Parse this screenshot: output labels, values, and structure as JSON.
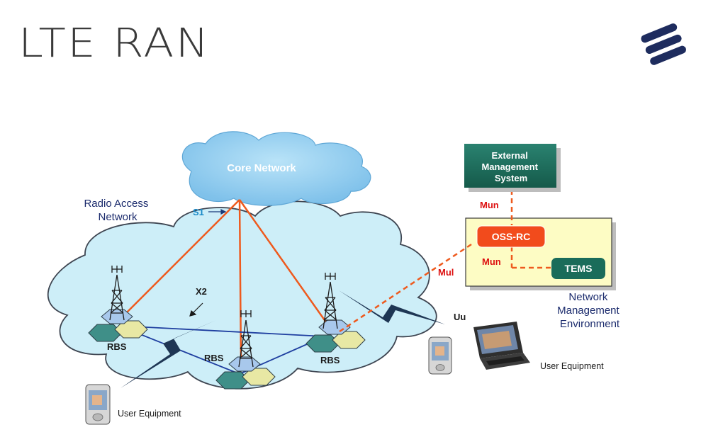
{
  "slide": {
    "title": "LTE RAN"
  },
  "logo": {
    "icon": "ericsson-logo-icon",
    "color": "#1e2c5e"
  },
  "diagram": {
    "core_network": "Core Network",
    "radio_access_network": "Radio Access\nNetwork",
    "interfaces": {
      "s1": "S1",
      "x2": "X2",
      "uu": "Uu",
      "mul": "Mul",
      "mun_top": "Mun",
      "mun_mid": "Mun"
    },
    "rbs": [
      "RBS",
      "RBS",
      "RBS"
    ],
    "ems": "External\nManagement\nSystem",
    "oss": "OSS-RC",
    "tems": "TEMS",
    "nme": "Network\nManagement\nEnvironment",
    "user_equipment_left": "User Equipment",
    "user_equipment_right": "User Equipment"
  },
  "colors": {
    "cloud": "#cdeef8",
    "cloud_edge": "#3f4652",
    "core_cloud": "#9fd3f0",
    "s1_line": "#ee5a1e",
    "x2_line": "#1f3fa0",
    "interface_red": "#dd1010",
    "s1_label": "#1a8ac8",
    "mgmt_box": "#1a6c5a",
    "nme_box": "#fdfcc4",
    "oss_box": "#f24b1c",
    "hex_teal": "#3f8f88",
    "hex_yellow": "#e8e8a4",
    "hex_blue": "#a8c8ec"
  }
}
